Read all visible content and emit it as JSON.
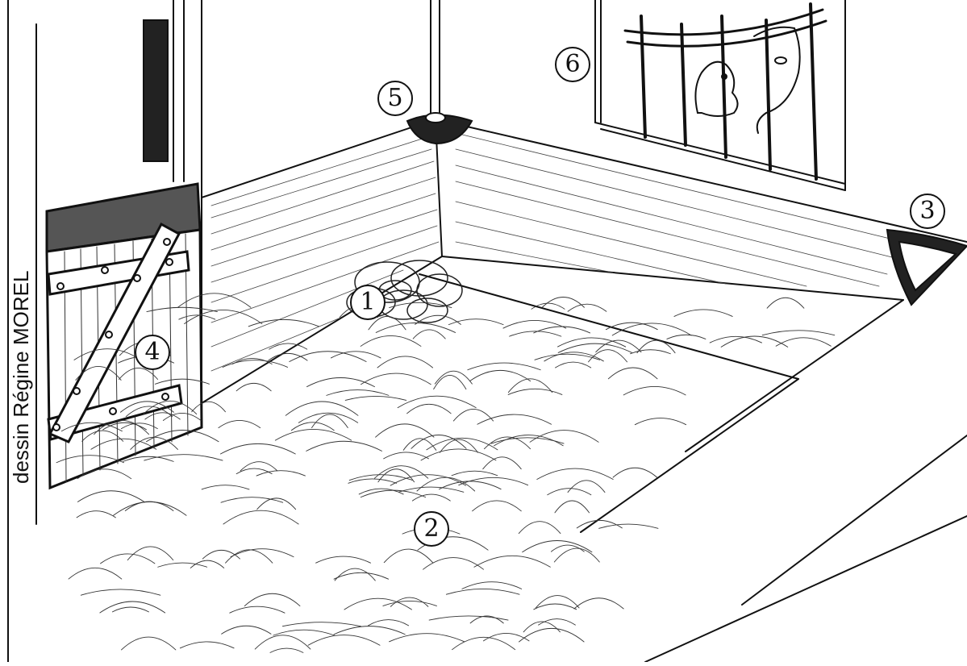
{
  "credit": "dessin Régine MOREL",
  "markers": [
    {
      "label": "1",
      "refers_to": "tas de crottin (dung pile)"
    },
    {
      "label": "2",
      "refers_to": "litière de paille (straw bedding)"
    },
    {
      "label": "3",
      "refers_to": "mangeoire d'angle (corner feeder)"
    },
    {
      "label": "4",
      "refers_to": "porte du box (stall door)"
    },
    {
      "label": "5",
      "refers_to": "abreuvoir (water bowl)"
    },
    {
      "label": "6",
      "refers_to": "fenêtre à barreaux (barred window)"
    }
  ],
  "colors": {
    "ink": "#111111",
    "paper": "#ffffff",
    "hatch": "#444444"
  }
}
